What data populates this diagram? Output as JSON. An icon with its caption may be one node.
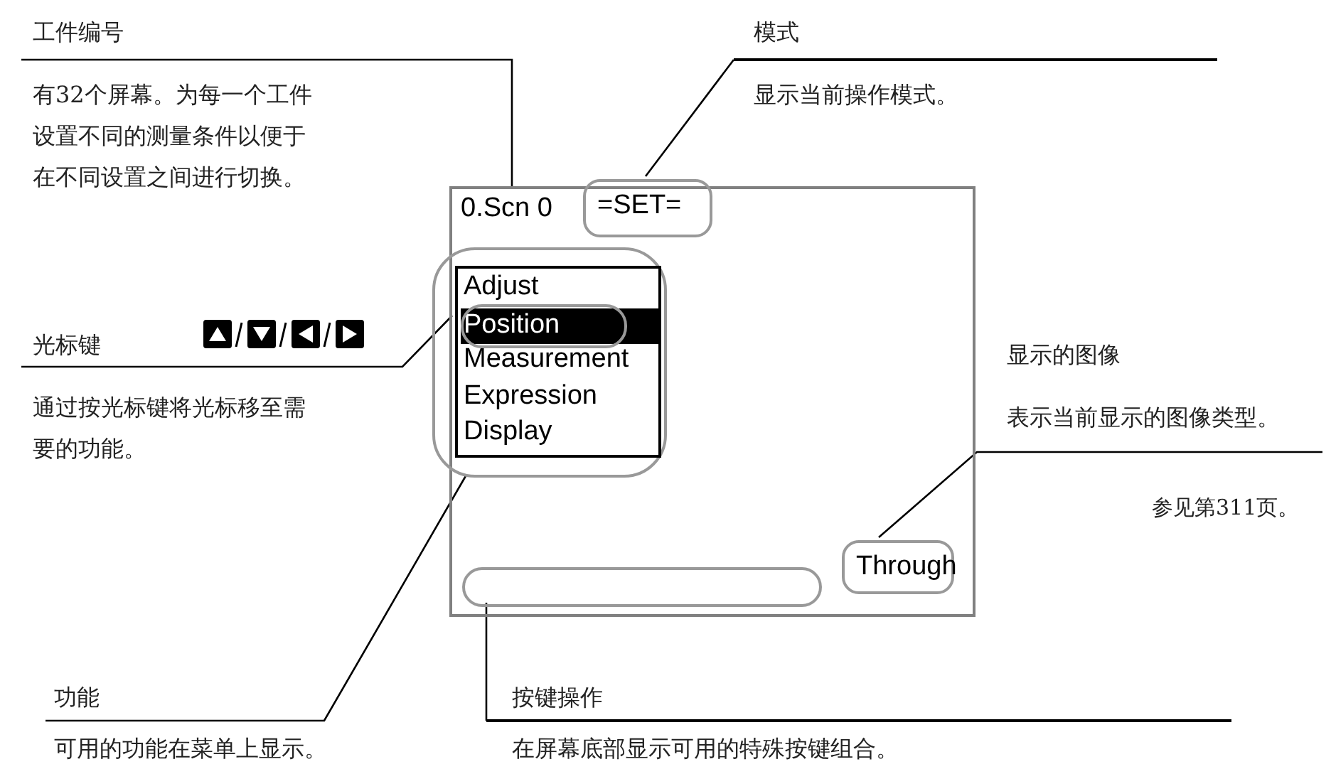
{
  "diagram": {
    "nodes": [
      {
        "text": [
          "0.Scn 0"
        ]
      },
      {
        "text": [
          "=SET="
        ],
        "in": 0
      },
      {
        "text": [],
        "shape": "box",
        "in": 0
      },
      {
        "text": [
          "Adjust",
          "Measurement",
          "Expression",
          "Display"
        ],
        "in": 2
      },
      {
        "text": [
          "Position"
        ],
        "in": 3
      },
      {
        "text": [],
        "shape": "box",
        "in": 0
      },
      {
        "text": [
          "Through"
        ],
        "in": 0
      },
      {
        "text": [
          "工件编号",
          "有32个屏幕。为每一个工件设置不同的测量条件以便于在不同设置之间进行切换。"
        ]
      },
      {
        "text": [
          "模式",
          "显示当前操作模式。"
        ]
      },
      {
        "text": [
          "光标键",
          "通过按光标键将光标移至需要的功能。"
        ]
      },
      {
        "text": [
          "显示的图像",
          "表示当前显示的图像类型。"
        ],
        "beside": [
          "参见第311页。"
        ]
      },
      {
        "text": [
          "功能",
          "可用的功能在菜单上显示。"
        ]
      },
      {
        "text": [
          "按键操作",
          "在屏幕底部显示可用的特殊按键组合。"
        ]
      }
    ],
    "edges": [
      {
        "from": 7,
        "to": 0,
        "arrow": "none"
      },
      {
        "from": 8,
        "to": 1,
        "arrow": "none"
      },
      {
        "from": 9,
        "to": 4,
        "arrow": "none"
      },
      {
        "from": 10,
        "to": 6,
        "arrow": "none"
      },
      {
        "from": 11,
        "to": 2,
        "arrow": "none"
      },
      {
        "from": 12,
        "to": 5,
        "arrow": "none"
      }
    ]
  }
}
